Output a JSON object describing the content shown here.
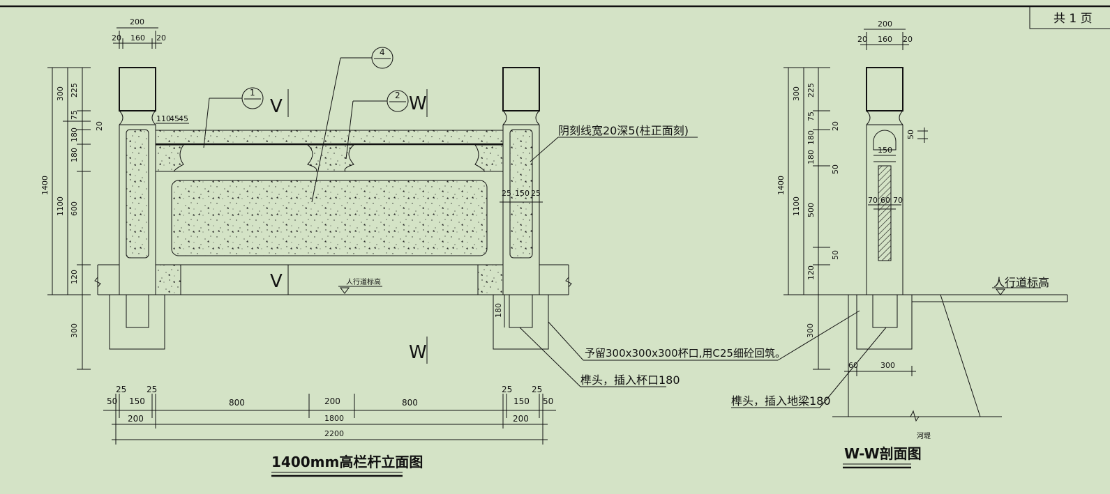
{
  "sheet": {
    "pages_label": "共 1 页"
  },
  "front_elevation": {
    "title": "1400mm高栏杆立面图",
    "section_cut": "V",
    "section_cut_w": "W",
    "callout_1": "1",
    "callout_2": "2",
    "callout_4": "4",
    "carve_note": "阴刻线宽20深5(柱正面刻)",
    "socket_note": "予留300x300x300杯口,用C25细砼回筑。",
    "tenon_note": "榫头，插入杯口180",
    "walkway_label": "人行道标高",
    "top_dims": [
      "200",
      "20",
      "160",
      "20"
    ],
    "left_dims_outer": [
      "1400",
      "300"
    ],
    "left_dims_mid": [
      "300",
      "1100"
    ],
    "left_dims_inner": [
      "225",
      "75",
      "20",
      "180",
      "180",
      "600",
      "120"
    ],
    "rail_dims": [
      "110",
      "45",
      "45"
    ],
    "post_dims": [
      "25",
      "150",
      "25"
    ],
    "socket_dim": "180",
    "bottom_row1": [
      "50",
      "25",
      "150",
      "25",
      "800",
      "200",
      "800",
      "25",
      "150",
      "25",
      "50"
    ],
    "bottom_row2": [
      "200",
      "1800",
      "200"
    ],
    "bottom_row3": "2200"
  },
  "section_view": {
    "title": "W-W剖面图",
    "top_dims": [
      "200",
      "20",
      "160",
      "20"
    ],
    "left_dims_outer": [
      "1400",
      "300"
    ],
    "left_dims_mid": [
      "300",
      "1100"
    ],
    "left_dims_inner": [
      "225",
      "75",
      "20",
      "180",
      "180",
      "50",
      "500",
      "50",
      "120"
    ],
    "inner_dims": [
      "50",
      "150",
      "70",
      "60",
      "70"
    ],
    "base_dims": [
      "60",
      "300"
    ],
    "walkway_label": "人行道标高",
    "tenon_note": "榫头，插入地梁180",
    "river_label": "河堤"
  }
}
